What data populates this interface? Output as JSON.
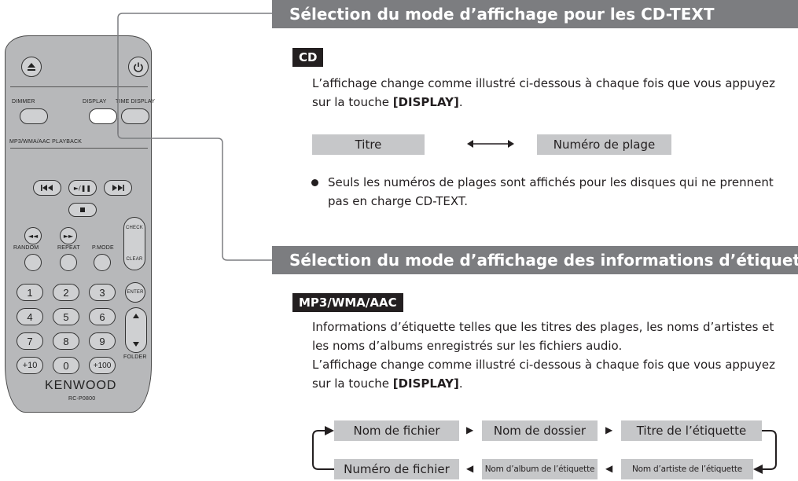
{
  "remote": {
    "labels": {
      "dimmer": "DIMMER",
      "display": "DISPLAY",
      "time_display": "TIME DISPLAY",
      "playback": "MP3/WMA/AAC  PLAYBACK",
      "random": "RANDOM",
      "repeat": "REPEAT",
      "pmode": "P.MODE",
      "check": "CHECK",
      "clear": "CLEAR",
      "enter": "ENTER",
      "folder": "FOLDER",
      "brand": "KENWOOD",
      "model": "RC-P0800"
    },
    "keys": [
      "1",
      "2",
      "3",
      "4",
      "5",
      "6",
      "7",
      "8",
      "9",
      "+10",
      "0",
      "+100"
    ]
  },
  "section1": {
    "title": "Sélection du mode d’affichage pour les CD-TEXT",
    "tag": "CD",
    "para_text": "L’affichage change comme illustré ci-dessous à chaque fois que vous appuyez sur la touche ",
    "para_key": "[DISPLAY]",
    "para_end": ".",
    "flow": {
      "left": "Titre",
      "right": "Numéro de plage"
    },
    "note": "Seuls les numéros de plages sont affichés pour les disques qui ne prennent pas en charge CD-TEXT."
  },
  "section2": {
    "title": "Sélection du mode d’affichage des informations d’étiquette",
    "tag": "MP3/WMA/AAC",
    "para1": "Informations d’étiquette telles que les titres des plages, les noms d’artistes et les noms d’albums enregistrés sur les fichiers audio.",
    "para2_text": "L’affichage change comme illustré ci-dessous à chaque fois que vous appuyez sur la touche ",
    "para2_key": "[DISPLAY]",
    "para2_end": ".",
    "flow_row1": [
      "Nom de fichier",
      "Nom de dossier",
      "Titre de l’étiquette"
    ],
    "flow_row2": [
      "Numéro de fichier",
      "Nom d’album de l’étiquette",
      "Nom d’artiste de l’étiquette"
    ]
  }
}
